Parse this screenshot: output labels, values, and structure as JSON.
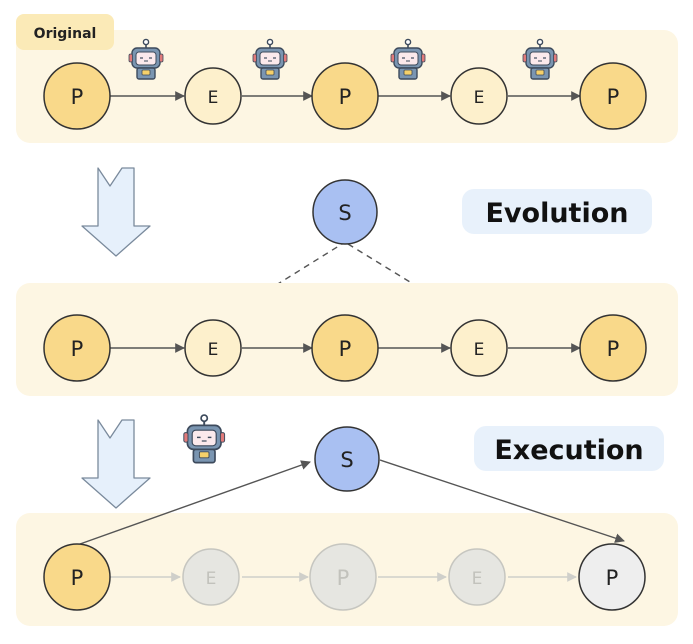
{
  "rows": {
    "original": {
      "tag": "Original",
      "nodes": [
        "P",
        "E",
        "P",
        "E",
        "P"
      ]
    },
    "evolution": {
      "title": "Evolution",
      "summary_node": "S",
      "nodes": [
        "P",
        "E",
        "P",
        "E",
        "P"
      ]
    },
    "execution": {
      "title": "Execution",
      "summary_node": "S",
      "nodes": [
        "P",
        "E",
        "P",
        "E",
        "P"
      ]
    }
  },
  "colors": {
    "panel_bg": "#fdf6e3",
    "p_fill": "#f9d98a",
    "e_fill": "#fdf0cc",
    "s_fill": "#a9c0f2",
    "faded_fill": "#e6e6e1",
    "faded_stroke": "#c6c6c0",
    "label_bg": "#e8f1fb",
    "tag_bg": "#fbeab7",
    "arrow_fill": "#e6f0fb"
  }
}
